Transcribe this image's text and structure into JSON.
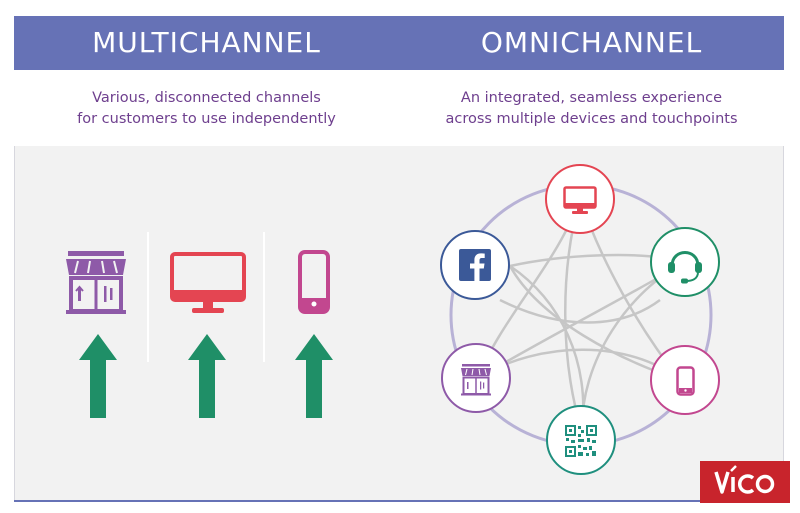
{
  "header": {
    "left_title": "MULTICHANNEL",
    "right_title": "OMNICHANNEL"
  },
  "subtitles": {
    "left_line1": "Various, disconnected channels",
    "left_line2": "for customers to use independently",
    "right_line1": "An integrated, seamless experience",
    "right_line2": "across multiple devices and touchpoints"
  },
  "multichannel": {
    "channels": [
      "store-icon",
      "monitor-icon",
      "smartphone-icon"
    ]
  },
  "omnichannel": {
    "nodes": [
      "monitor-icon",
      "headset-icon",
      "smartphone-icon",
      "qr-code-icon",
      "store-icon",
      "facebook-icon"
    ]
  },
  "logo": {
    "text": "vico"
  },
  "colors": {
    "header": "#6672b6",
    "subtitle": "#6e3f8e",
    "purple": "#8e5aa8",
    "red": "#e44552",
    "pink": "#c2478f",
    "green": "#1f8f67",
    "facebook": "#3b5998",
    "teal": "#1f8f7e",
    "logo_bg": "#c8242c"
  }
}
